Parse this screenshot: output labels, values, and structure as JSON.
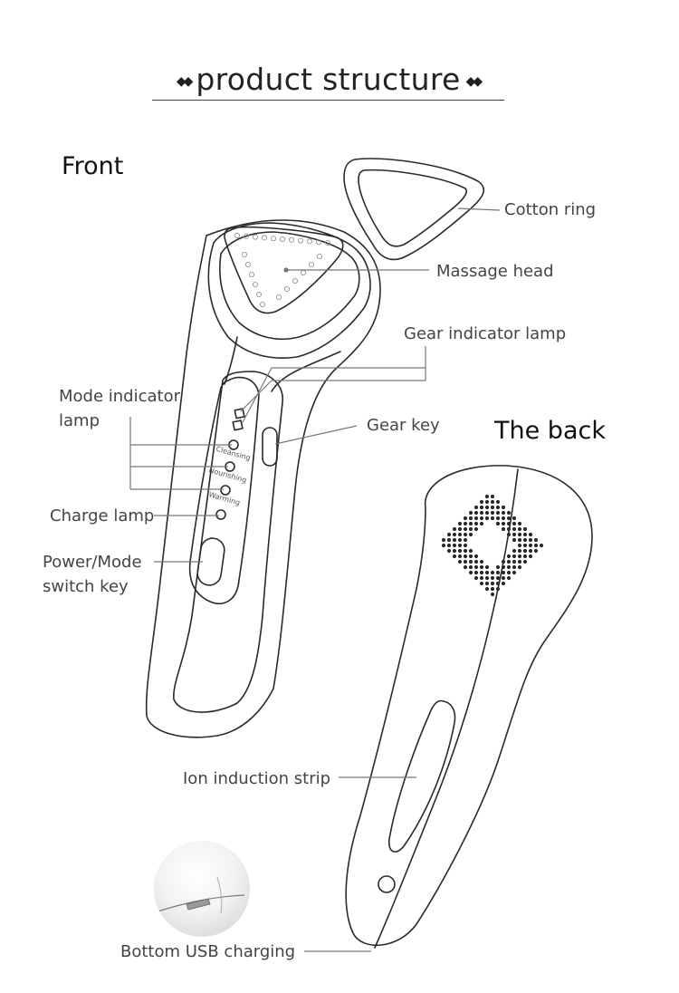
{
  "title": {
    "text": "product structure",
    "ornament": "◆◆"
  },
  "sections": {
    "front": "Front",
    "back": "The back"
  },
  "labels": {
    "cotton_ring": "Cotton ring",
    "massage_head": "Massage head",
    "gear_indicator_lamp": "Gear indicator lamp",
    "gear_key": "Gear key",
    "mode_indicator_lamp": [
      "Mode indicator",
      "lamp"
    ],
    "charge_lamp": "Charge lamp",
    "power_mode_switch_key": [
      "Power/Mode",
      "switch key"
    ],
    "ion_induction_strip": "Ion induction strip",
    "bottom_usb_charging": "Bottom USB charging"
  },
  "mode_names": [
    "Cleansing",
    "Nourishing",
    "Warming"
  ],
  "colors": {
    "line": "#2a2a2a",
    "leader": "#777777",
    "text": "#444444"
  }
}
